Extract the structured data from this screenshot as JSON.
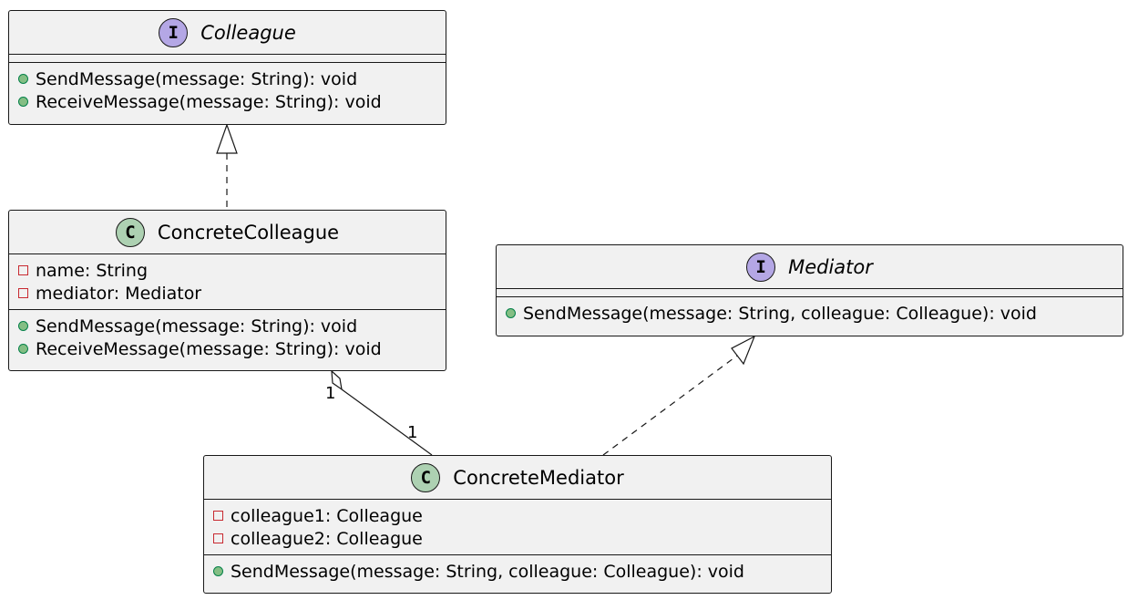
{
  "classes": {
    "colleague": {
      "kind": "I",
      "name": "Colleague",
      "attributes": [],
      "methods": [
        {
          "visibility": "public",
          "text": "SendMessage(message: String): void"
        },
        {
          "visibility": "public",
          "text": "ReceiveMessage(message: String): void"
        }
      ]
    },
    "concrete_colleague": {
      "kind": "C",
      "name": "ConcreteColleague",
      "attributes": [
        {
          "visibility": "private",
          "text": "name: String"
        },
        {
          "visibility": "private",
          "text": "mediator: Mediator"
        }
      ],
      "methods": [
        {
          "visibility": "public",
          "text": "SendMessage(message: String): void"
        },
        {
          "visibility": "public",
          "text": "ReceiveMessage(message: String): void"
        }
      ]
    },
    "mediator": {
      "kind": "I",
      "name": "Mediator",
      "attributes": [],
      "methods": [
        {
          "visibility": "public",
          "text": "SendMessage(message: String, colleague: Colleague): void"
        }
      ]
    },
    "concrete_mediator": {
      "kind": "C",
      "name": "ConcreteMediator",
      "attributes": [
        {
          "visibility": "private",
          "text": "colleague1: Colleague"
        },
        {
          "visibility": "private",
          "text": "colleague2: Colleague"
        }
      ],
      "methods": [
        {
          "visibility": "public",
          "text": "SendMessage(message: String, colleague: Colleague): void"
        }
      ]
    }
  },
  "relations": {
    "aggregation": {
      "source_multiplicity": "1",
      "target_multiplicity": "1"
    }
  },
  "colors": {
    "box_fill": "#f1f1f1",
    "border": "#181818",
    "interface_badge": "#b4a7e5",
    "class_badge": "#add1b2",
    "public_marker": "#84be84",
    "private_marker": "#c82930"
  }
}
